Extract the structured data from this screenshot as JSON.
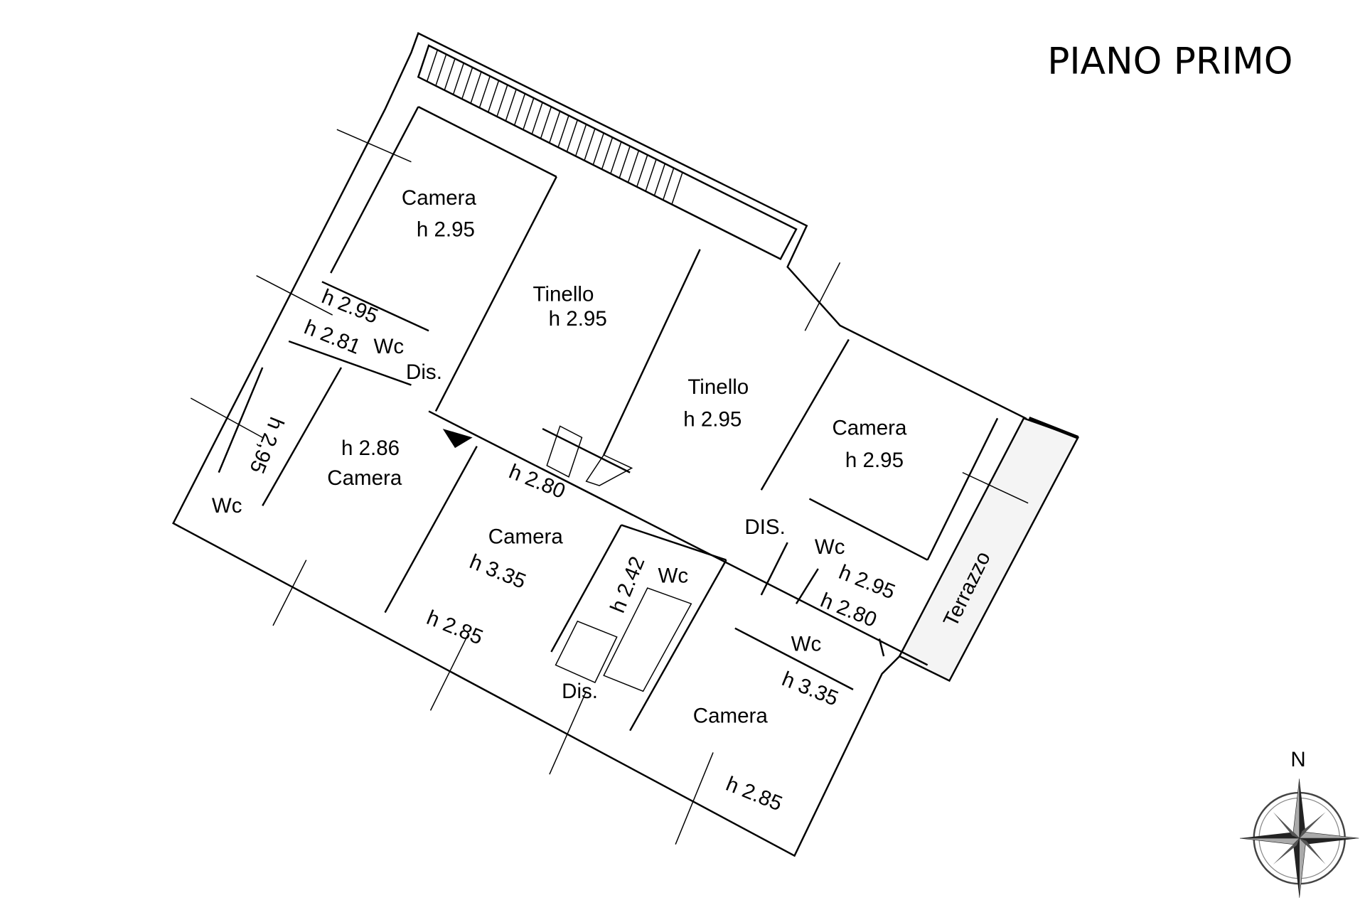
{
  "title": "PIANO PRIMO",
  "compass": {
    "north_label": "N"
  },
  "rooms": [
    {
      "name": "Camera",
      "height": "h 2.95"
    },
    {
      "name": "Tinello",
      "height": "h 2.95"
    },
    {
      "name": "Tinello",
      "height": "h 2.95"
    },
    {
      "name": "Camera",
      "height": "h 2.95"
    },
    {
      "name": "Camera",
      "height": "h 2.86"
    },
    {
      "name": "Camera",
      "height": "h 3.35"
    },
    {
      "name": "Camera",
      "height": ""
    }
  ],
  "labels": {
    "wc1": "Wc",
    "wc1_h1": "h 2.95",
    "wc1_h2": "h 2.81",
    "dis1": "Dis.",
    "wc2": "Wc",
    "wc2_h": "h 2,95",
    "h280_a": "h 2.80",
    "wc3": "Wc",
    "wc3_h": "h 2.42",
    "dis2": "DIS.",
    "wc4": "Wc",
    "wc4_h": "h 2.95",
    "wc5_h": "h 2.80",
    "wc5": "Wc",
    "terrazzo": "Terrazzo",
    "h285_a": "h 2.85",
    "dis3": "Dis.",
    "h335_b": "h 3.35",
    "h285_b": "h 2.85"
  }
}
